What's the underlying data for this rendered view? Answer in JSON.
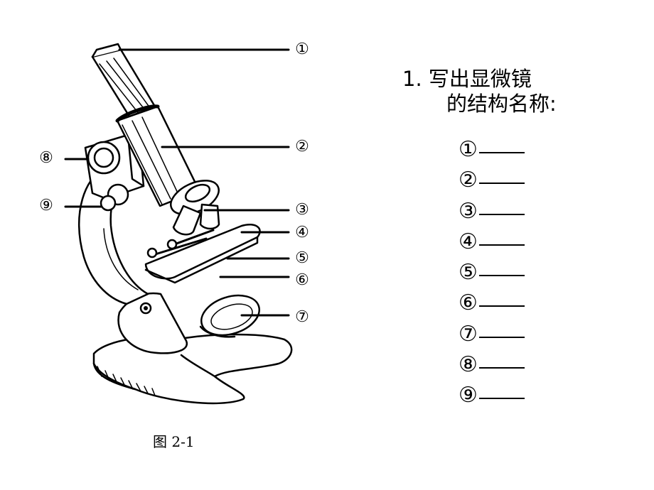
{
  "figure": {
    "caption": "图 2-1",
    "callouts": [
      "①",
      "②",
      "③",
      "④",
      "⑤",
      "⑥",
      "⑦",
      "⑧",
      "⑨"
    ]
  },
  "question": {
    "line1": "1. 写出显微镜",
    "line2": "的结构名称:",
    "items": [
      "①",
      "②",
      "③",
      "④",
      "⑤",
      "⑥",
      "⑦",
      "⑧",
      "⑨"
    ]
  }
}
